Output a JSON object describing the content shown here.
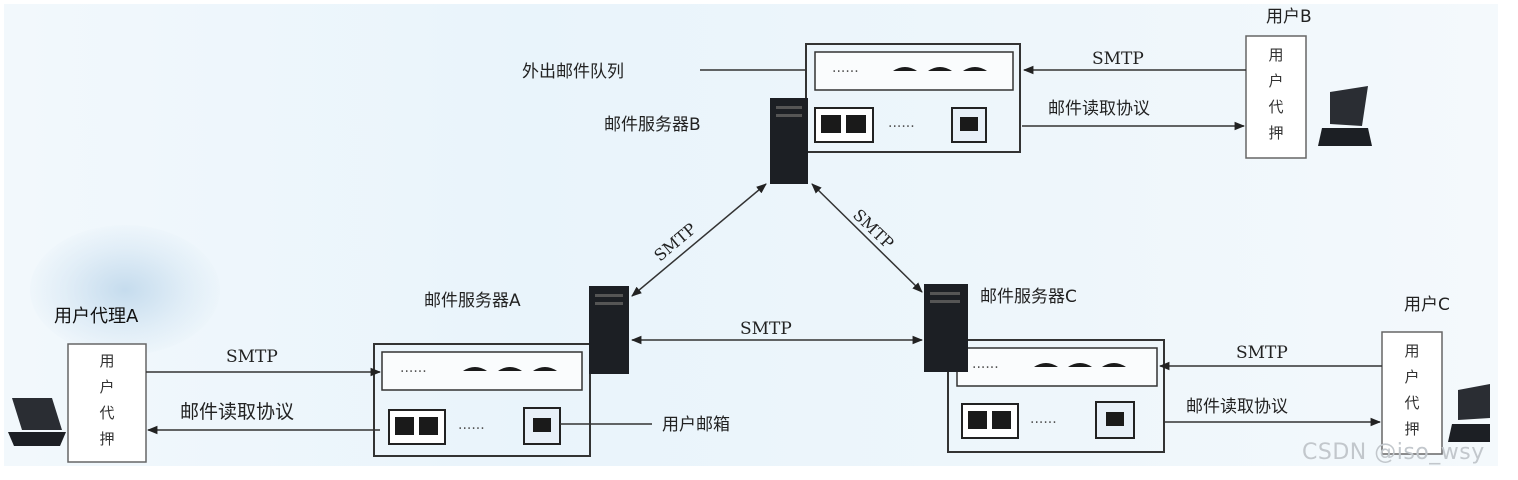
{
  "labels": {
    "user_agent_a_title": "用户代理A",
    "user_agent_char_1": "用",
    "user_agent_char_2": "户",
    "user_agent_char_3": "代",
    "user_agent_char_4": "押",
    "user_b": "用户B",
    "user_c": "用户C",
    "outgoing_queue": "外出邮件队列",
    "mail_server_a": "邮件服务器A",
    "mail_server_b": "邮件服务器B",
    "mail_server_c": "邮件服务器C",
    "user_mailbox": "用户邮箱",
    "smtp": "SMTP",
    "read_protocol": "邮件读取协议",
    "watermark": "CSDN @iso_wsy"
  }
}
